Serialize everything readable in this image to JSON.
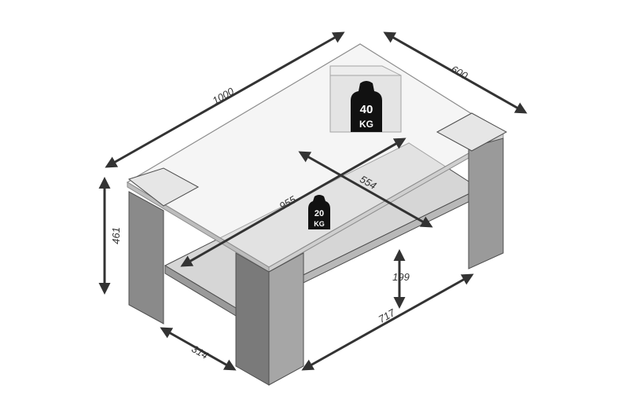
{
  "colors": {
    "leg_front": "#7f7f7f",
    "leg_side": "#a8a8a8",
    "shelf": "#cfcfcf",
    "glass": "#ececec",
    "glass_edge": "#8c8c8c",
    "outline": "#4d4d4d",
    "arrow": "#333333",
    "weight": "#111111"
  },
  "dimensions": {
    "length": "1000",
    "depth": "600",
    "height": "461",
    "shelf_diagonal": "955",
    "shelf_depth": "554",
    "shelf_clearance": "199",
    "leg_span_length": "717",
    "leg_span_depth": "314"
  },
  "weights": {
    "top": {
      "value": "40",
      "unit": "KG"
    },
    "shelf": {
      "value": "20",
      "unit": "KG"
    }
  }
}
